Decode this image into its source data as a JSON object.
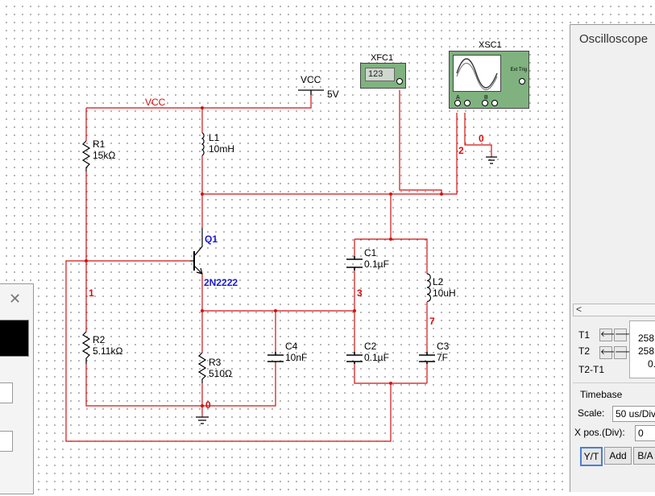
{
  "schematic": {
    "vcc_net_label": "VCC",
    "vcc_source": {
      "name": "VCC",
      "value": "5V"
    },
    "function_generator": {
      "name": "XFC1",
      "display": "123"
    },
    "oscilloscope_icon": {
      "name": "XSC1",
      "ext_trig": "Ext Trig",
      "ch_a": "A",
      "ch_b": "B"
    },
    "components": {
      "r1": {
        "name": "R1",
        "value": "15kΩ"
      },
      "r2": {
        "name": "R2",
        "value": "5.11kΩ"
      },
      "r3": {
        "name": "R3",
        "value": "510Ω"
      },
      "l1": {
        "name": "L1",
        "value": "10mH"
      },
      "l2": {
        "name": "L2",
        "value": "10uH"
      },
      "q1": {
        "name": "Q1",
        "value": "2N2222"
      },
      "c1": {
        "name": "C1",
        "value": "0.1µF"
      },
      "c2": {
        "name": "C2",
        "value": "0.1µF"
      },
      "c3": {
        "name": "C3",
        "value": "7F"
      },
      "c4": {
        "name": "C4",
        "value": "10nF"
      }
    },
    "nets": {
      "n0_gnd": "0",
      "n0_scope": "0",
      "n1": "1",
      "n2": "2",
      "n3": "3",
      "n7": "7"
    },
    "wire_color": "#d21010"
  },
  "left_panel": {
    "close_glyph": "✕"
  },
  "scope_window": {
    "title": "Oscilloscope",
    "cursors": {
      "t1_label": "T1",
      "t2_label": "T2",
      "t2t1_label": "T2-T1",
      "t1_value": "258",
      "t2_value": "258",
      "t2t1_value": "0.",
      "left_glyph": "🡐",
      "right_glyph": "🡒"
    },
    "scroll_left_glyph": "<",
    "timebase": {
      "title": "Timebase",
      "scale_label": "Scale:",
      "scale_value": "50 us/Div",
      "xpos_label": "X pos.(Div):",
      "xpos_value": "0"
    },
    "buttons": {
      "yt": "Y/T",
      "add": "Add",
      "ba": "B/A"
    },
    "trace_color": "#d21010",
    "grid_color": "#777777"
  }
}
